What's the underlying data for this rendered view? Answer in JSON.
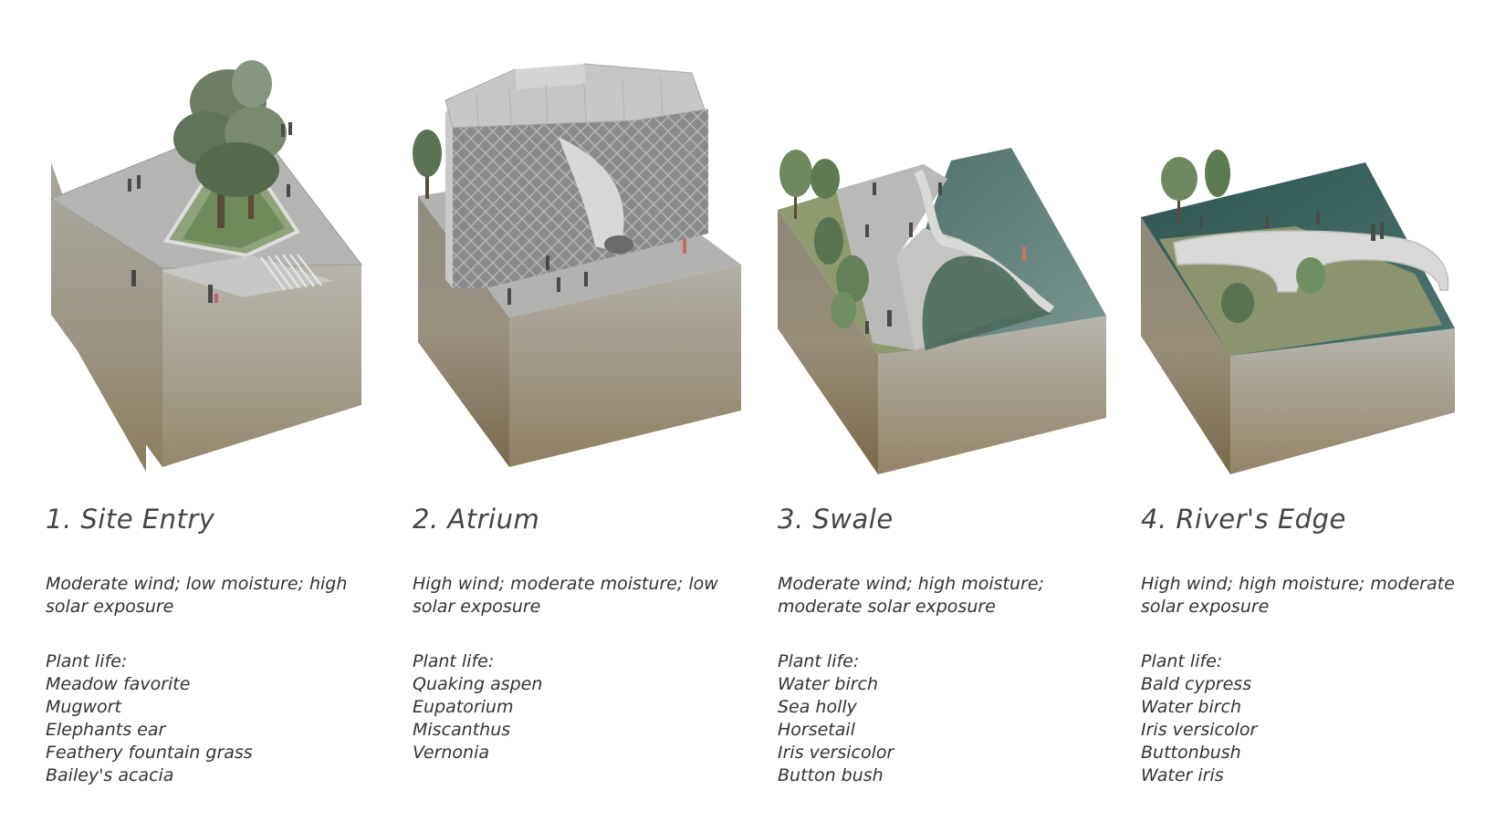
{
  "panels": [
    {
      "title": "1. Site Entry",
      "conditions": "Moderate wind; low moisture; high solar exposure",
      "plant_heading": "Plant life:",
      "plants": [
        "Meadow favorite",
        "Mugwort",
        "Elephants ear",
        "Feathery fountain grass",
        "Bailey's acacia"
      ]
    },
    {
      "title": "2. Atrium",
      "conditions": "High wind; moderate moisture; low solar exposure",
      "plant_heading": "Plant life:",
      "plants": [
        "Quaking aspen",
        "Eupatorium",
        "Miscanthus",
        "Vernonia"
      ]
    },
    {
      "title": "3. Swale",
      "conditions": "Moderate wind; high moisture; moderate solar exposure",
      "plant_heading": "Plant life:",
      "plants": [
        "Water birch",
        "Sea holly",
        "Horsetail",
        "Iris versicolor",
        "Button bush"
      ]
    },
    {
      "title": "4. River's Edge",
      "conditions": "High wind; high moisture; moderate solar exposure",
      "plant_heading": "Plant life:",
      "plants": [
        "Bald cypress",
        "Water birch",
        "Iris versicolor",
        "Buttonbush",
        "Water iris"
      ]
    }
  ]
}
